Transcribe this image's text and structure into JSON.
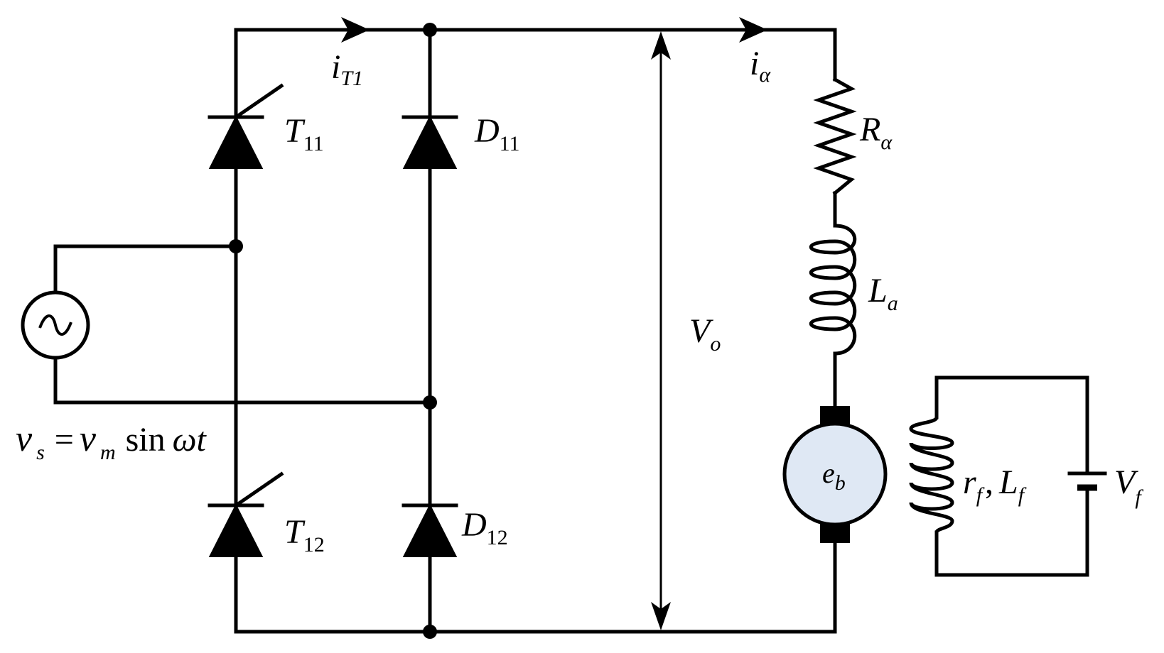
{
  "labels": {
    "i_t1": {
      "main": "i",
      "sub": "T1"
    },
    "i_a": {
      "main": "i",
      "sub": "α"
    },
    "t11": {
      "main": "T",
      "sub": "11"
    },
    "d11": {
      "main": "D",
      "sub": "11"
    },
    "t12": {
      "main": "T",
      "sub": "12"
    },
    "d12": {
      "main": "D",
      "sub": "12"
    },
    "r_a": {
      "main": "R",
      "sub": "α"
    },
    "l_a": {
      "main": "L",
      "sub": "a"
    },
    "v_o": {
      "main": "V",
      "sub": "o"
    },
    "e_b": {
      "main": "e",
      "sub": "b"
    },
    "field": {
      "r": "r",
      "r_sub": "f",
      "sep": ",",
      "l": "L",
      "l_sub": "f"
    },
    "v_f": {
      "main": "V",
      "sub": "f"
    },
    "source": {
      "v": "v",
      "s": "s",
      "eq": "=",
      "vm": "v",
      "m": "m",
      "fn": "sin",
      "arg": "ωt"
    }
  },
  "colors": {
    "wire": "#000000",
    "motor_fill": "#dfe8f4"
  }
}
